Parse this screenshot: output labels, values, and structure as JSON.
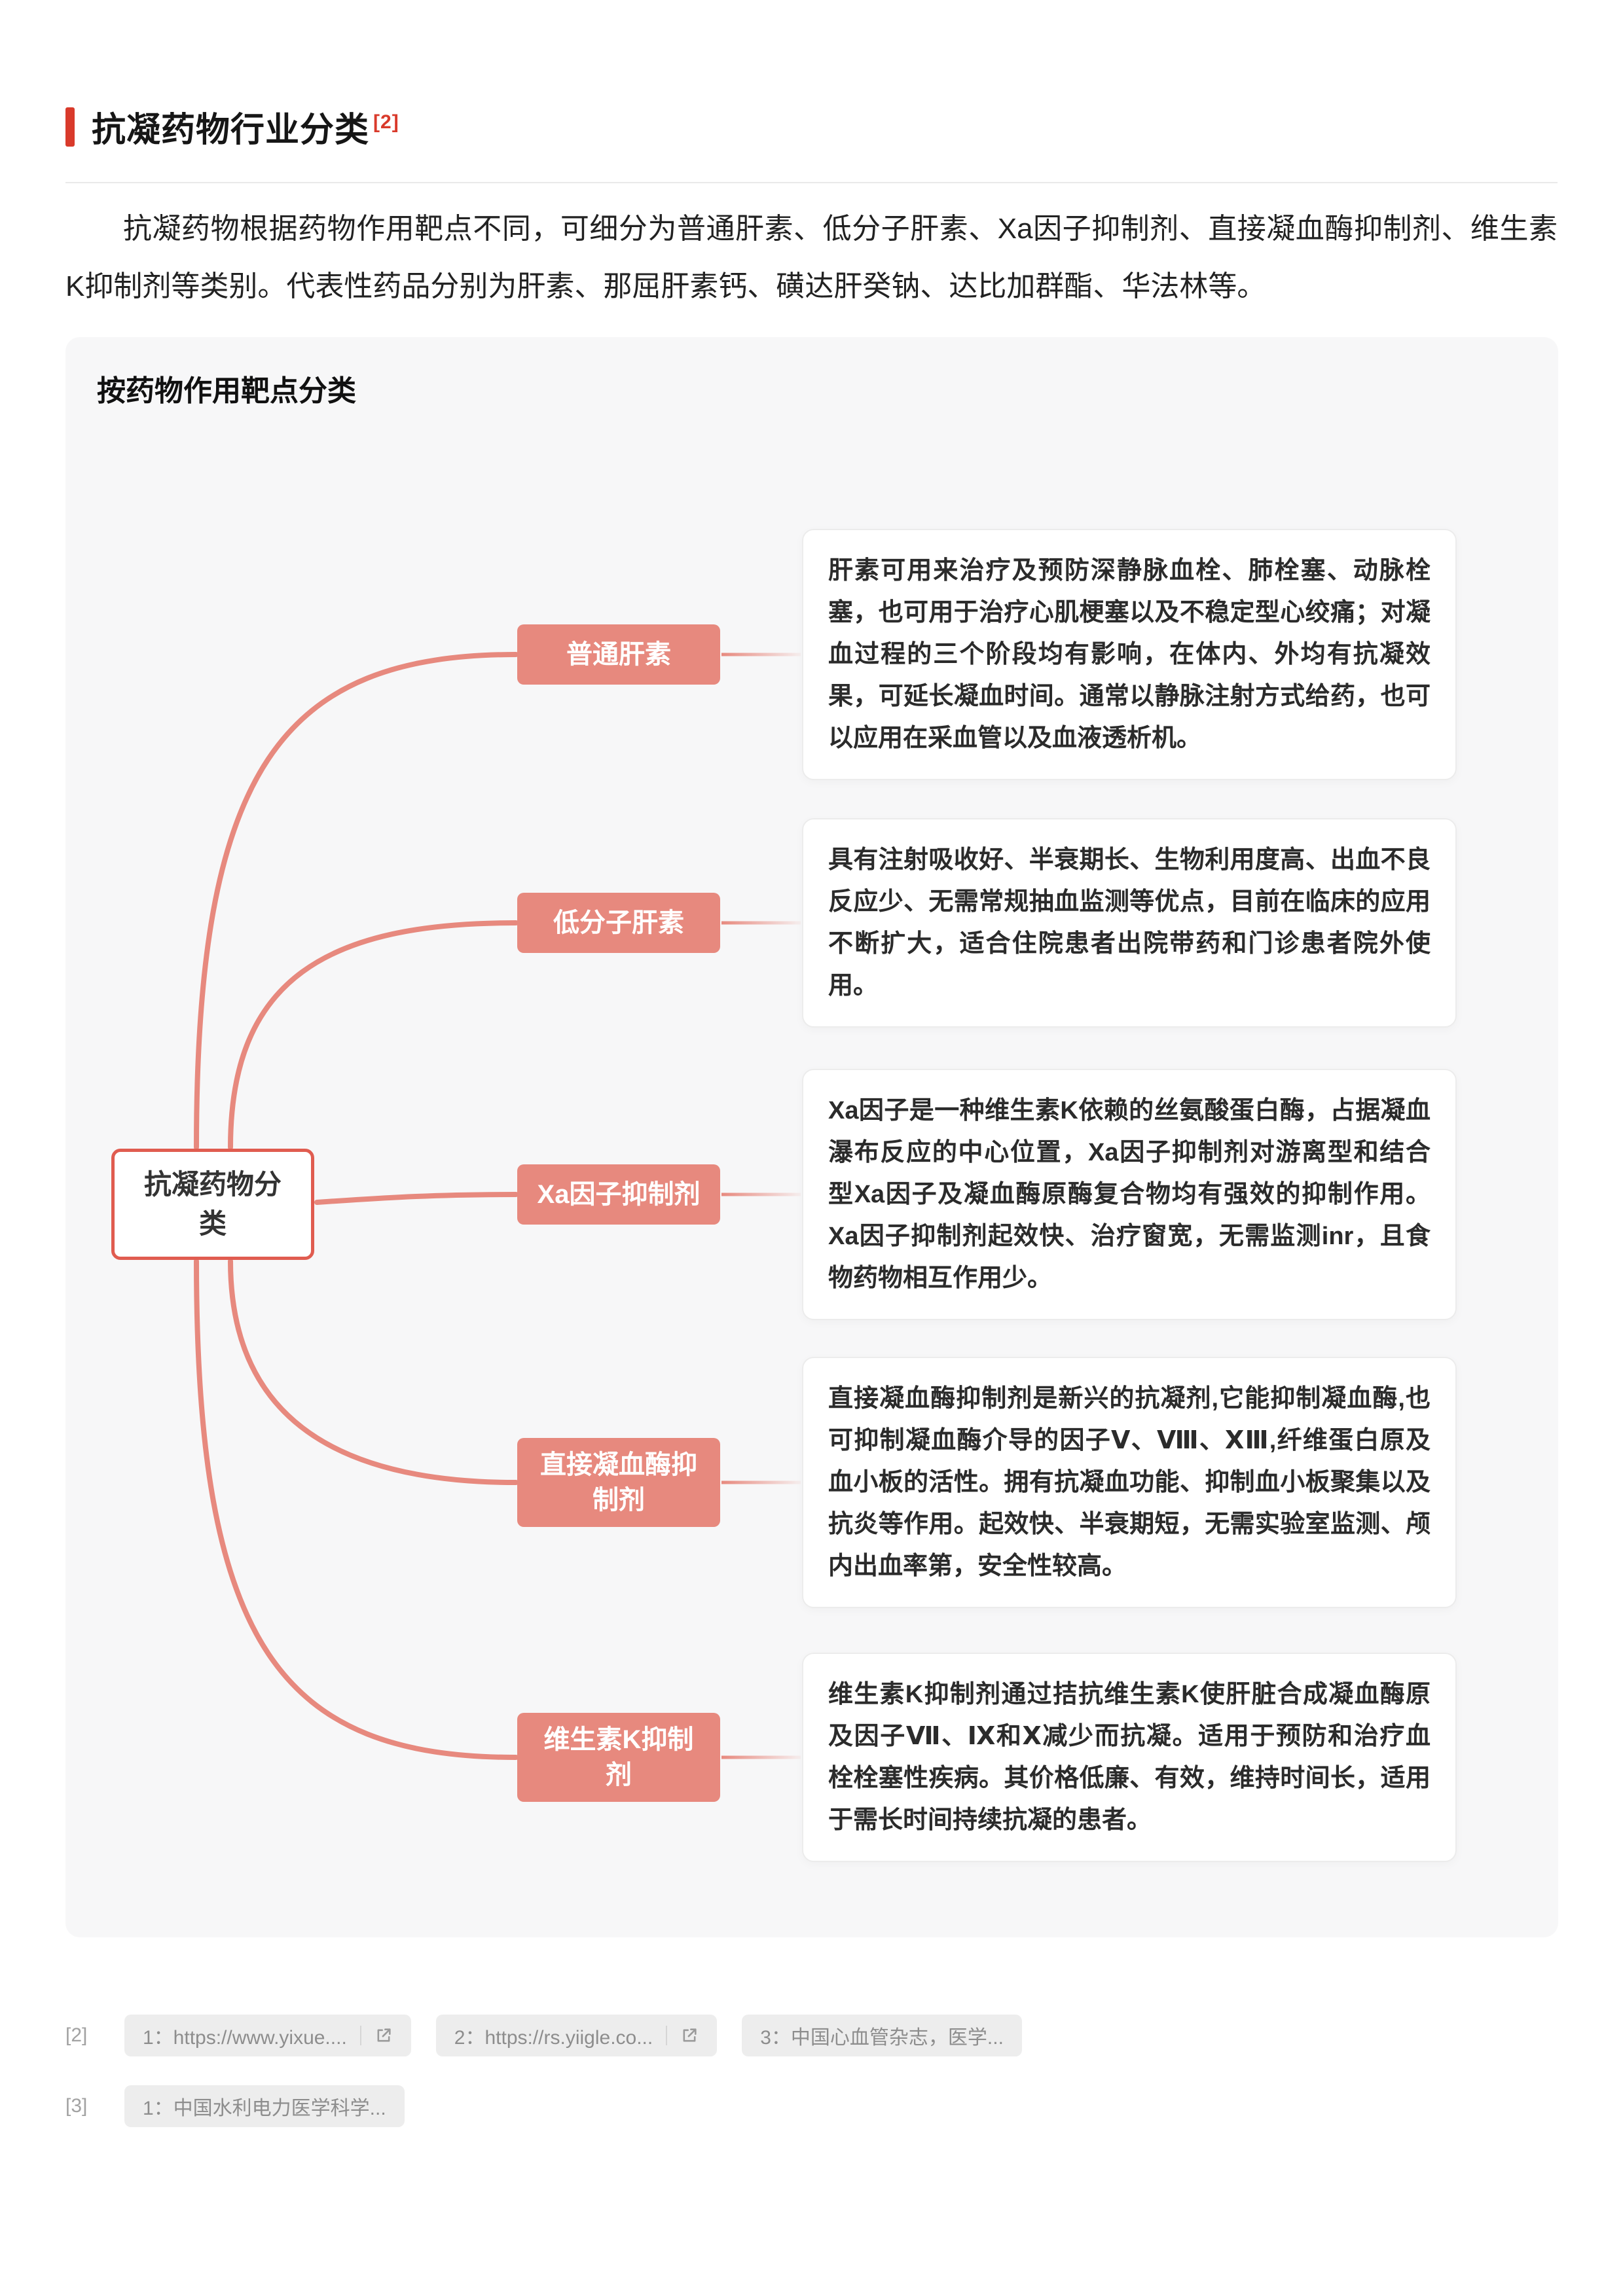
{
  "page": {
    "title": "抗凝药物行业分类",
    "title_ref": "[2]"
  },
  "intro": {
    "text": "抗凝药物根据药物作用靶点不同，可细分为普通肝素、低分子肝素、Xa因子抑制剂、直接凝血酶抑制剂、维生素K抑制剂等类别。代表性药品分别为肝素、那屈肝素钙、磺达肝癸钠、达比加群酯、华法林等。"
  },
  "diagram": {
    "header": "按药物作用靶点分类",
    "root": "抗凝药物分类",
    "branches": [
      {
        "label": "普通肝素",
        "description": "肝素可用来治疗及预防深静脉血栓、肺栓塞、动脉栓塞，也可用于治疗心肌梗塞以及不稳定型心绞痛；对凝血过程的三个阶段均有影响，在体内、外均有抗凝效果，可延长凝血时间。通常以静脉注射方式给药，也可以应用在采血管以及血液透析机。"
      },
      {
        "label": "低分子肝素",
        "description": "具有注射吸收好、半衰期长、生物利用度高、出血不良反应少、无需常规抽血监测等优点，目前在临床的应用不断扩大，适合住院患者出院带药和门诊患者院外使用。"
      },
      {
        "label": "Xa因子抑制剂",
        "description": "Xa因子是一种维生素K依赖的丝氨酸蛋白酶，占据凝血瀑布反应的中心位置，Xa因子抑制剂对游离型和结合型Xa因子及凝血酶原酶复合物均有强效的抑制作用。Xa因子抑制剂起效快、治疗窗宽，无需监测inr，且食物药物相互作用少。"
      },
      {
        "label": "直接凝血酶抑制剂",
        "description": "直接凝血酶抑制剂是新兴的抗凝剂,它能抑制凝血酶,也可抑制凝血酶介导的因子Ⅴ、Ⅷ、ⅩⅢ,纤维蛋白原及血小板的活性。拥有抗凝血功能、抑制血小板聚集以及抗炎等作用。起效快、半衰期短，无需实验室监测、颅内出血率第，安全性较高。"
      },
      {
        "label": "维生素K抑制剂",
        "description": "维生素K抑制剂通过拮抗维生素K使肝脏合成凝血酶原及因子Ⅶ、Ⅸ和Ⅹ减少而抗凝。适用于预防和治疗血栓栓塞性疾病。其价格低廉、有效，维持时间长，适用于需长时间持续抗凝的患者。"
      }
    ]
  },
  "footnotes": [
    {
      "marker": "[2]",
      "refs": [
        {
          "label": "1：https://www.yixue....",
          "external": true
        },
        {
          "label": "2：https://rs.yiigle.co...",
          "external": true
        },
        {
          "label": "3：中国心血管杂志，医学...",
          "external": false
        }
      ]
    },
    {
      "marker": "[3]",
      "refs": [
        {
          "label": "1：中国水利电力医学科学...",
          "external": false
        }
      ]
    }
  ],
  "colors": {
    "accent": "#d93a2b",
    "panel_bg": "#f7f7f8",
    "branch_fill": "#e7897e",
    "root_border": "#e05c50",
    "connector": "#e7897e",
    "pill_bg": "#ededed",
    "pill_text": "#8d8d8d"
  }
}
